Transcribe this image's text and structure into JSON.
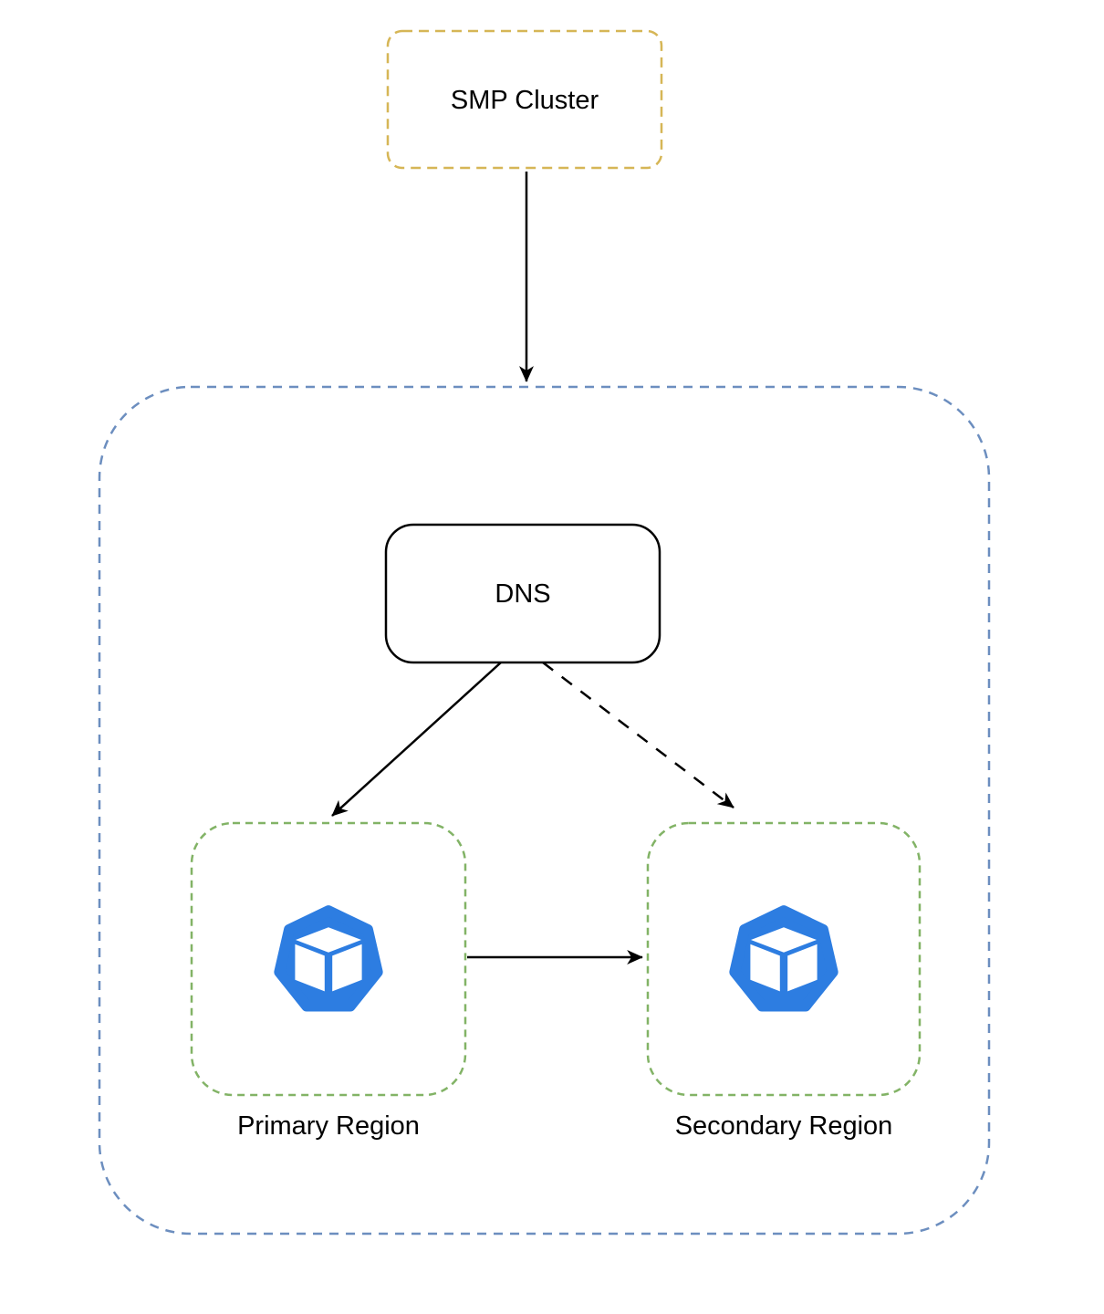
{
  "diagram": {
    "title": "DNS multi-region failover diagram",
    "nodes": {
      "smp_cluster": {
        "label": "SMP Cluster",
        "border_style": "dashed",
        "border_color": "#d6b656"
      },
      "dns": {
        "label": "DNS",
        "border_style": "solid",
        "border_color": "#000000"
      },
      "primary_region": {
        "label": "Primary Region",
        "border_style": "dashed",
        "border_color": "#82b366",
        "icon": "kubernetes-cluster-icon"
      },
      "secondary_region": {
        "label": "Secondary Region",
        "border_style": "dashed",
        "border_color": "#82b366",
        "icon": "kubernetes-cluster-icon"
      },
      "outer_group": {
        "label": "",
        "border_style": "dashed",
        "border_color": "#6c8ebf"
      }
    },
    "edges": [
      {
        "from": "smp_cluster",
        "to": "outer_group",
        "style": "solid",
        "arrow": "filled"
      },
      {
        "from": "dns",
        "to": "primary_region",
        "style": "solid",
        "arrow": "filled"
      },
      {
        "from": "dns",
        "to": "secondary_region",
        "style": "dashed",
        "arrow": "filled"
      },
      {
        "from": "primary_region",
        "to": "secondary_region",
        "style": "solid",
        "arrow": "filled"
      }
    ]
  },
  "colors": {
    "smp_border": "#d6b656",
    "outer_border": "#6c8ebf",
    "region_border": "#82b366",
    "node_border": "#000000",
    "icon_blue": "#2d7de1",
    "arrow": "#000000"
  }
}
